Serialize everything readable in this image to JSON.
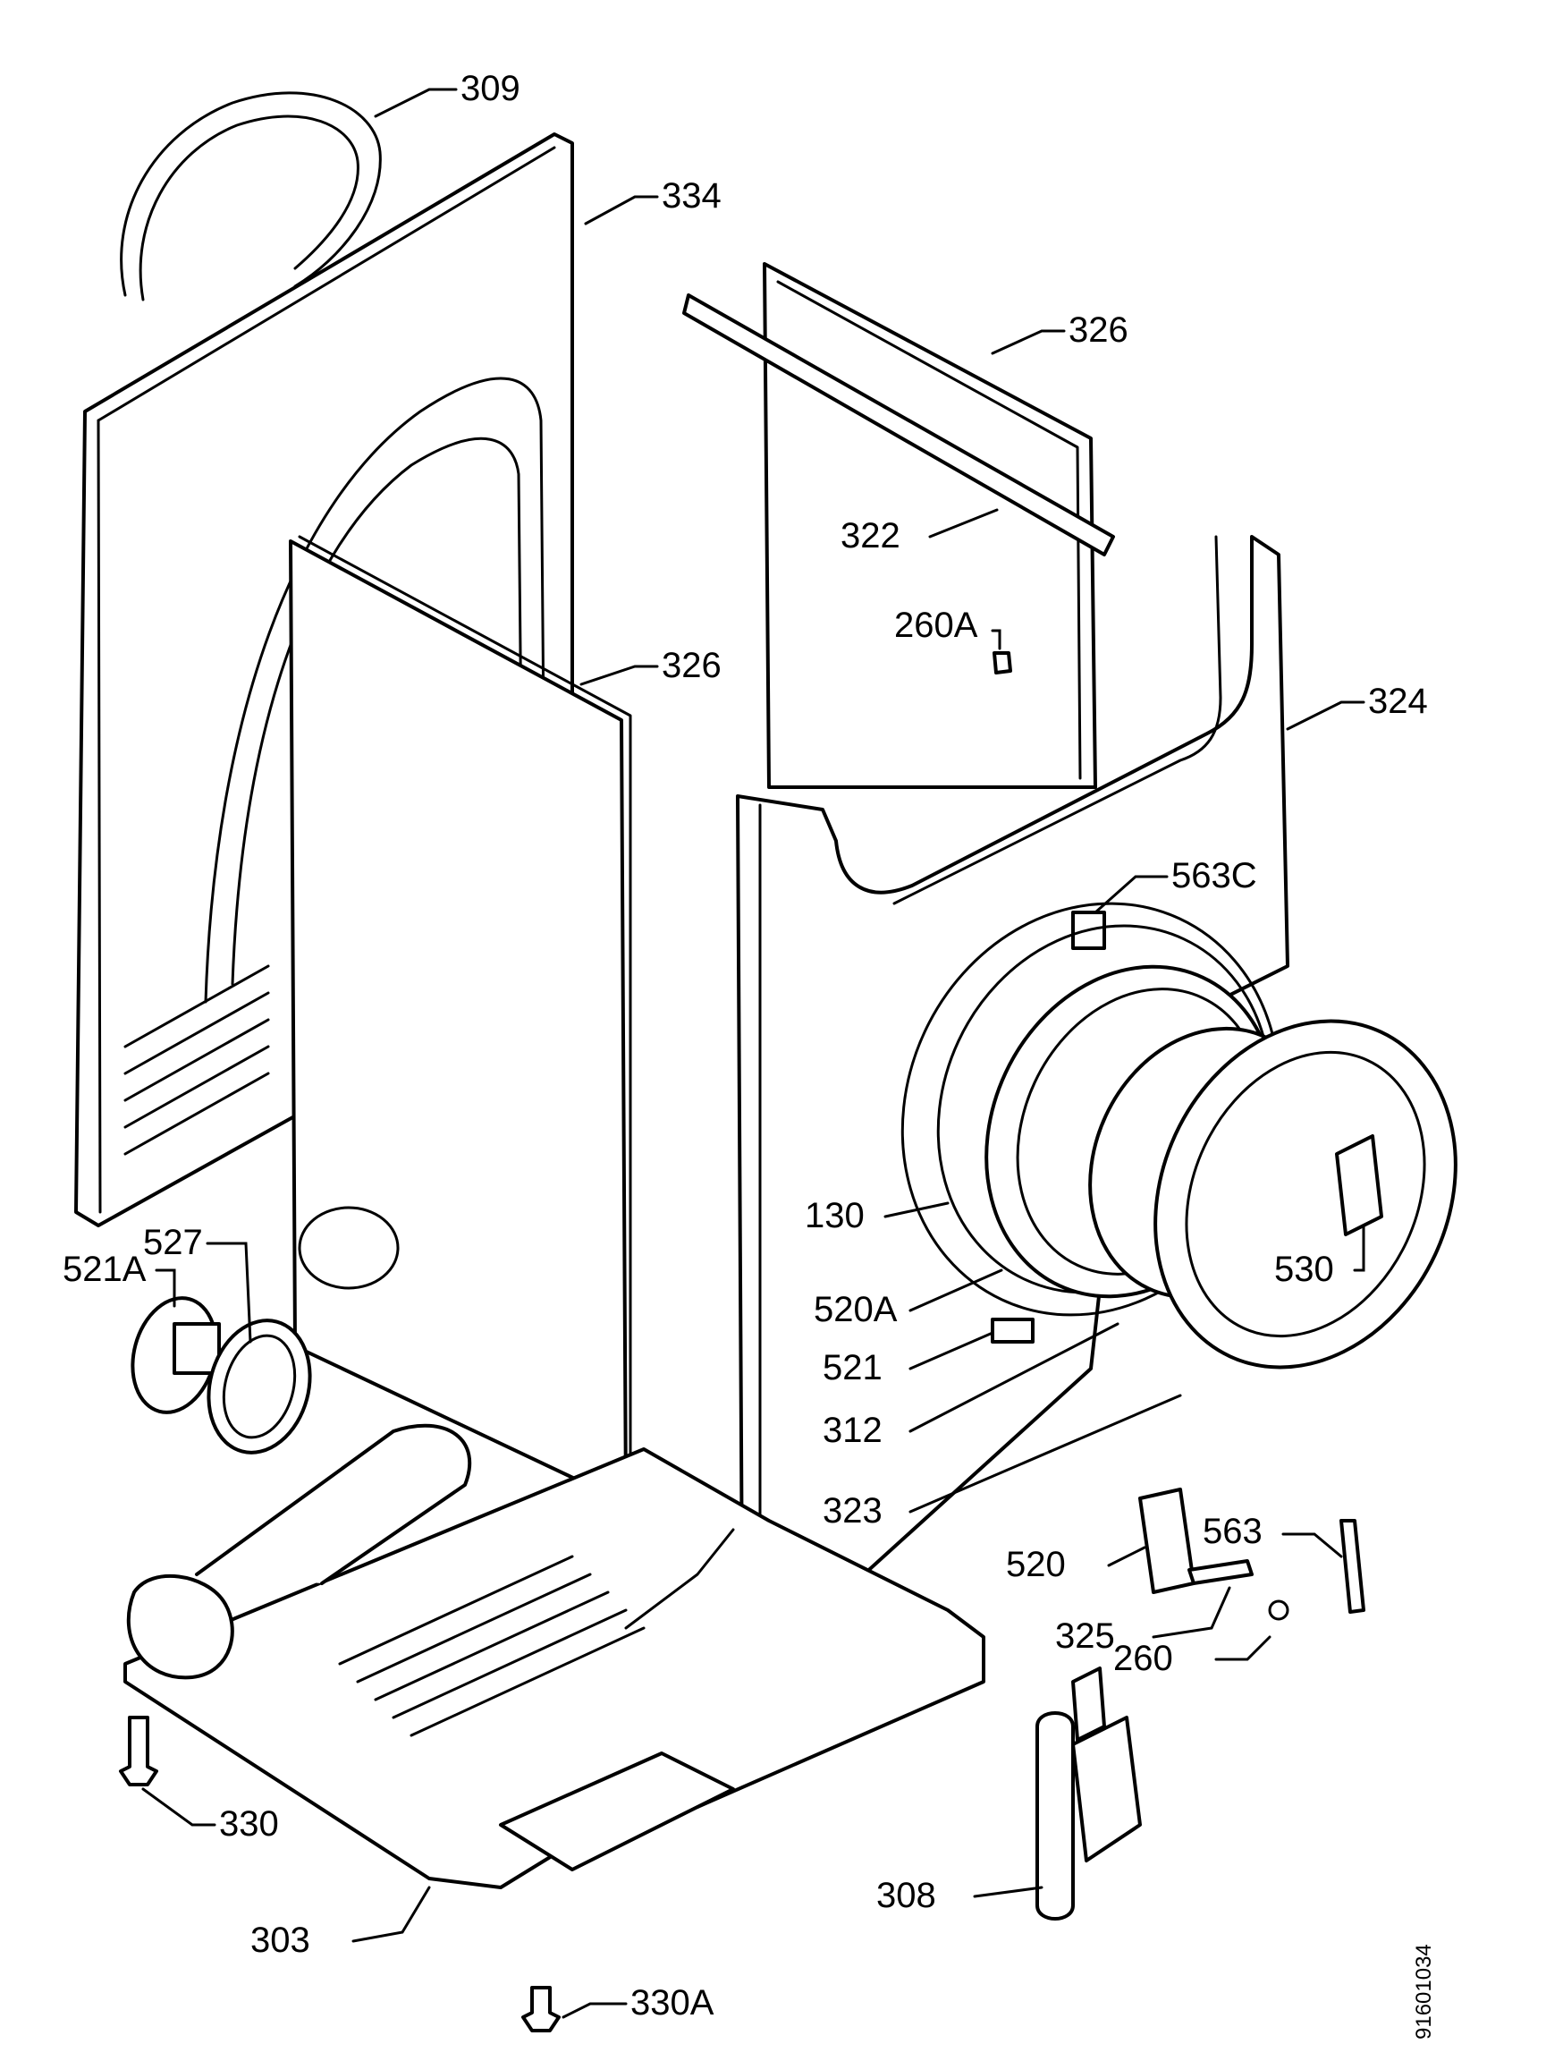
{
  "labels": {
    "l309": "309",
    "l334": "334",
    "l326_top": "326",
    "l322": "322",
    "l260A": "260A",
    "l326_mid": "326",
    "l324": "324",
    "l563C": "563C",
    "l527": "527",
    "l521A": "521A",
    "l130": "130",
    "l530": "530",
    "l520A": "520A",
    "l521": "521",
    "l312": "312",
    "l323": "323",
    "l563": "563",
    "l520": "520",
    "l325": "325",
    "l260": "260",
    "l330": "330",
    "l308": "308",
    "l303": "303",
    "l330A": "330A"
  },
  "doc_number": "91601034"
}
